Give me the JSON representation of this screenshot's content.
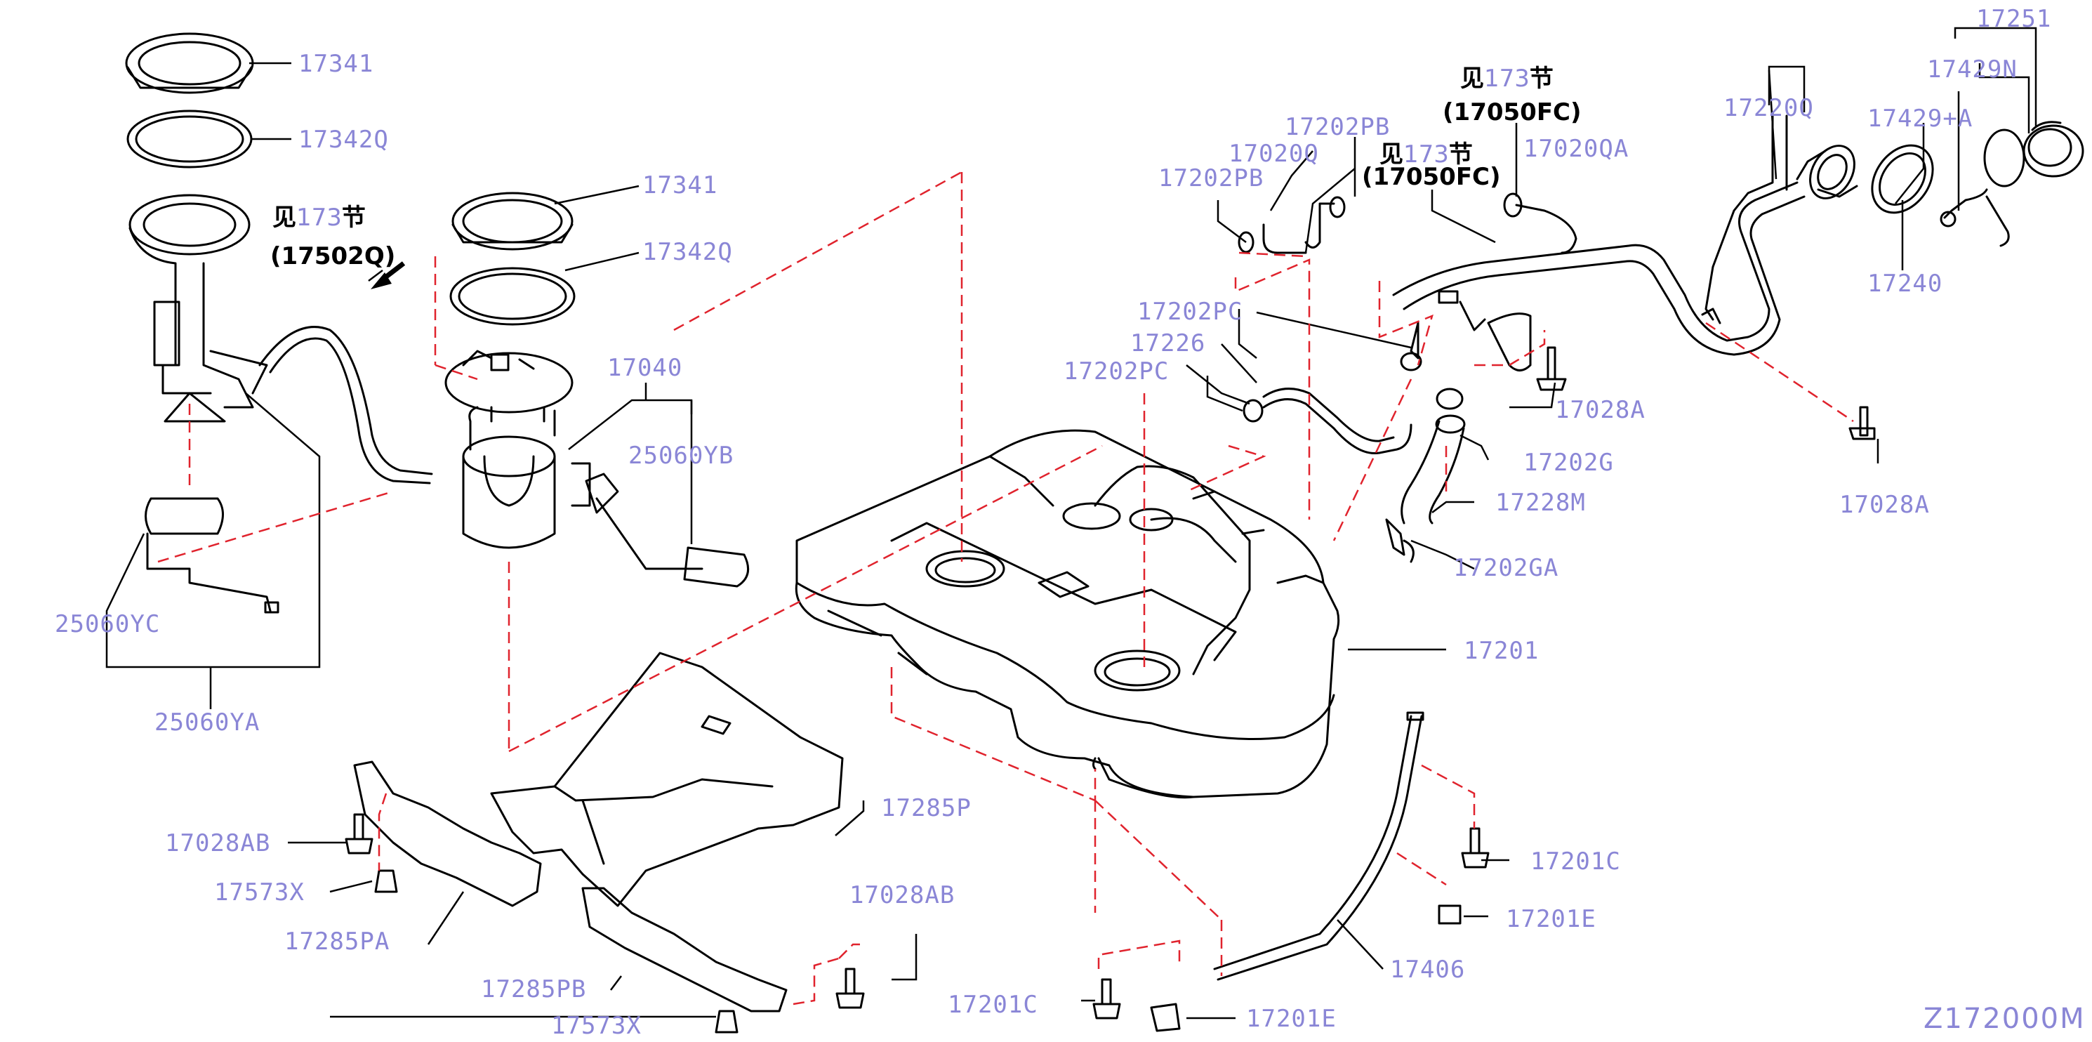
{
  "diagram_code": "Z172000M",
  "labels": {
    "p17341_a": "17341",
    "p17342q_a": "17342Q",
    "p17341_b": "17341",
    "p17342q_b": "17342Q",
    "p17040": "17040",
    "p25060yb": "25060YB",
    "p25060yc": "25060YC",
    "p25060ya": "25060YA",
    "p17202pb_a": "17202PB",
    "p17202pb_b": "17202PB",
    "p17020q": "17020Q",
    "p17020qa": "17020QA",
    "p17202pc_a": "17202PC",
    "p17202pc_b": "17202PC",
    "p17226": "17226",
    "p17220q": "17220Q",
    "p17251": "17251",
    "p17429n": "17429N",
    "p17429a": "17429+A",
    "p17240": "17240",
    "p17028a_a": "17028A",
    "p17028a_b": "17028A",
    "p17202g": "17202G",
    "p17228m": "17228M",
    "p17202ga": "17202GA",
    "p17201": "17201",
    "p17285p": "17285P",
    "p17028ab_a": "17028AB",
    "p17573x_a": "17573X",
    "p17285pa": "17285PA",
    "p17028ab_b": "17028AB",
    "p17285pb": "17285PB",
    "p17573x_b": "17573X",
    "p17201c_a": "17201C",
    "p17201e_a": "17201E",
    "p17406": "17406",
    "p17201c_b": "17201C",
    "p17201e_b": "17201E"
  },
  "references": [
    {
      "prefix": "见",
      "section": "173",
      "suffix": "节",
      "code": "(17502Q)"
    },
    {
      "prefix": "见",
      "section": "173",
      "suffix": "节",
      "code": "(17050FC)"
    },
    {
      "prefix": "见",
      "section": "173",
      "suffix": "节",
      "code": "(17050FC)"
    }
  ]
}
